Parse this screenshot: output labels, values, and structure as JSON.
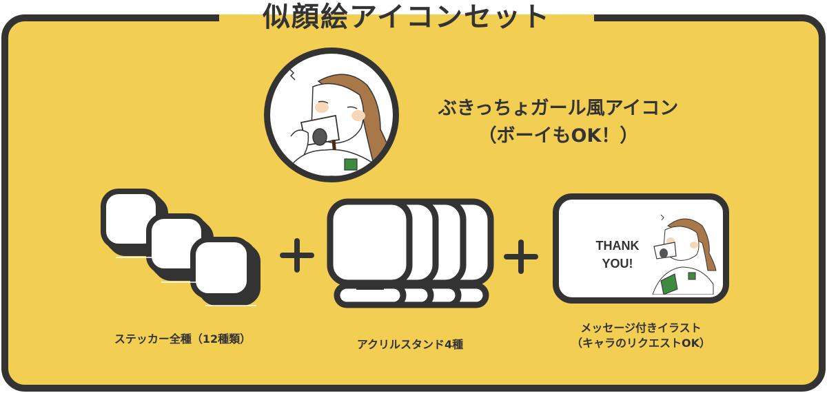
{
  "title": "似顔絵アイコンセット",
  "headline": {
    "line1": "ぶきっちょガール風アイコン",
    "line2": "（ボーイもOK！）"
  },
  "items": [
    {
      "label": "ステッカー全種（12種類）",
      "icon": "sticker-stack-icon"
    },
    {
      "label": "アクリルスタンド4種",
      "icon": "acrylic-stand-icon"
    },
    {
      "label_line1": "メッセージ付きイラスト",
      "label_line2": "（キャラのリクエストOK）",
      "card_text_line1": "THANK",
      "card_text_line2": "YOU!",
      "icon": "message-card-icon"
    }
  ],
  "separators": [
    "+",
    "+"
  ],
  "colors": {
    "background": "#F2CE52",
    "outline": "#333333",
    "white": "#FFFFFF",
    "hair": "#A87848",
    "pocket": "#3E8A3E",
    "cheek": "#F6D8B8"
  }
}
